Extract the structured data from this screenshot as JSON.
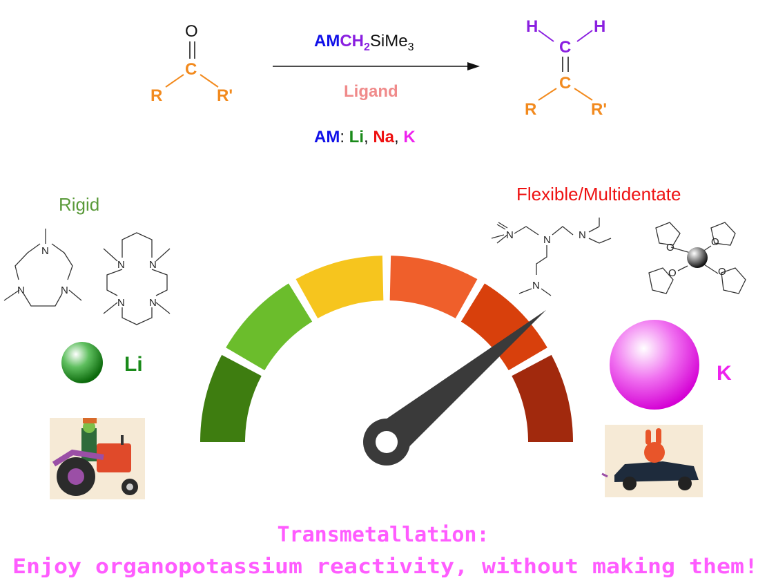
{
  "reaction": {
    "reactant": {
      "O": "O",
      "C": "C",
      "R": "R",
      "R2": "R'"
    },
    "reagent": {
      "AM": "AM",
      "CH": "CH",
      "sub2": "2",
      "SiMe": "SiMe",
      "sub3": "3"
    },
    "ligand_label": "Ligand",
    "am_list": {
      "prefix": "AM",
      "colon": ": ",
      "li": "Li",
      "comma1": ", ",
      "na": "Na",
      "comma2": ", ",
      "k": "K"
    },
    "product": {
      "H1": "H",
      "H2": "H",
      "C1": "C",
      "C2": "C",
      "R": "R",
      "R2": "R'"
    }
  },
  "left": {
    "heading": "Rigid",
    "metal": "Li"
  },
  "right": {
    "heading": "Flexible/Multidentate",
    "metal": "K"
  },
  "atoms": {
    "N": "N",
    "O": "O"
  },
  "gauge": {
    "segments": 6,
    "needle_fraction": 0.78,
    "colors": [
      "#3e7d10",
      "#6bbd2c",
      "#f6c51e",
      "#ef5f2b",
      "#d8400c",
      "#a1290d"
    ]
  },
  "footer": {
    "line1": "Transmetallation:",
    "line2": "Enjoy organopotassium reactivity, without making them!"
  },
  "colors": {
    "orange": "#f28a1e",
    "purple": "#8a1fe0",
    "blue": "#1010e8",
    "green": "#1a8a1a",
    "red": "#ee1111",
    "magenta": "#ee22ee",
    "pink": "#f08a8a",
    "footer": "#ff5cff"
  }
}
